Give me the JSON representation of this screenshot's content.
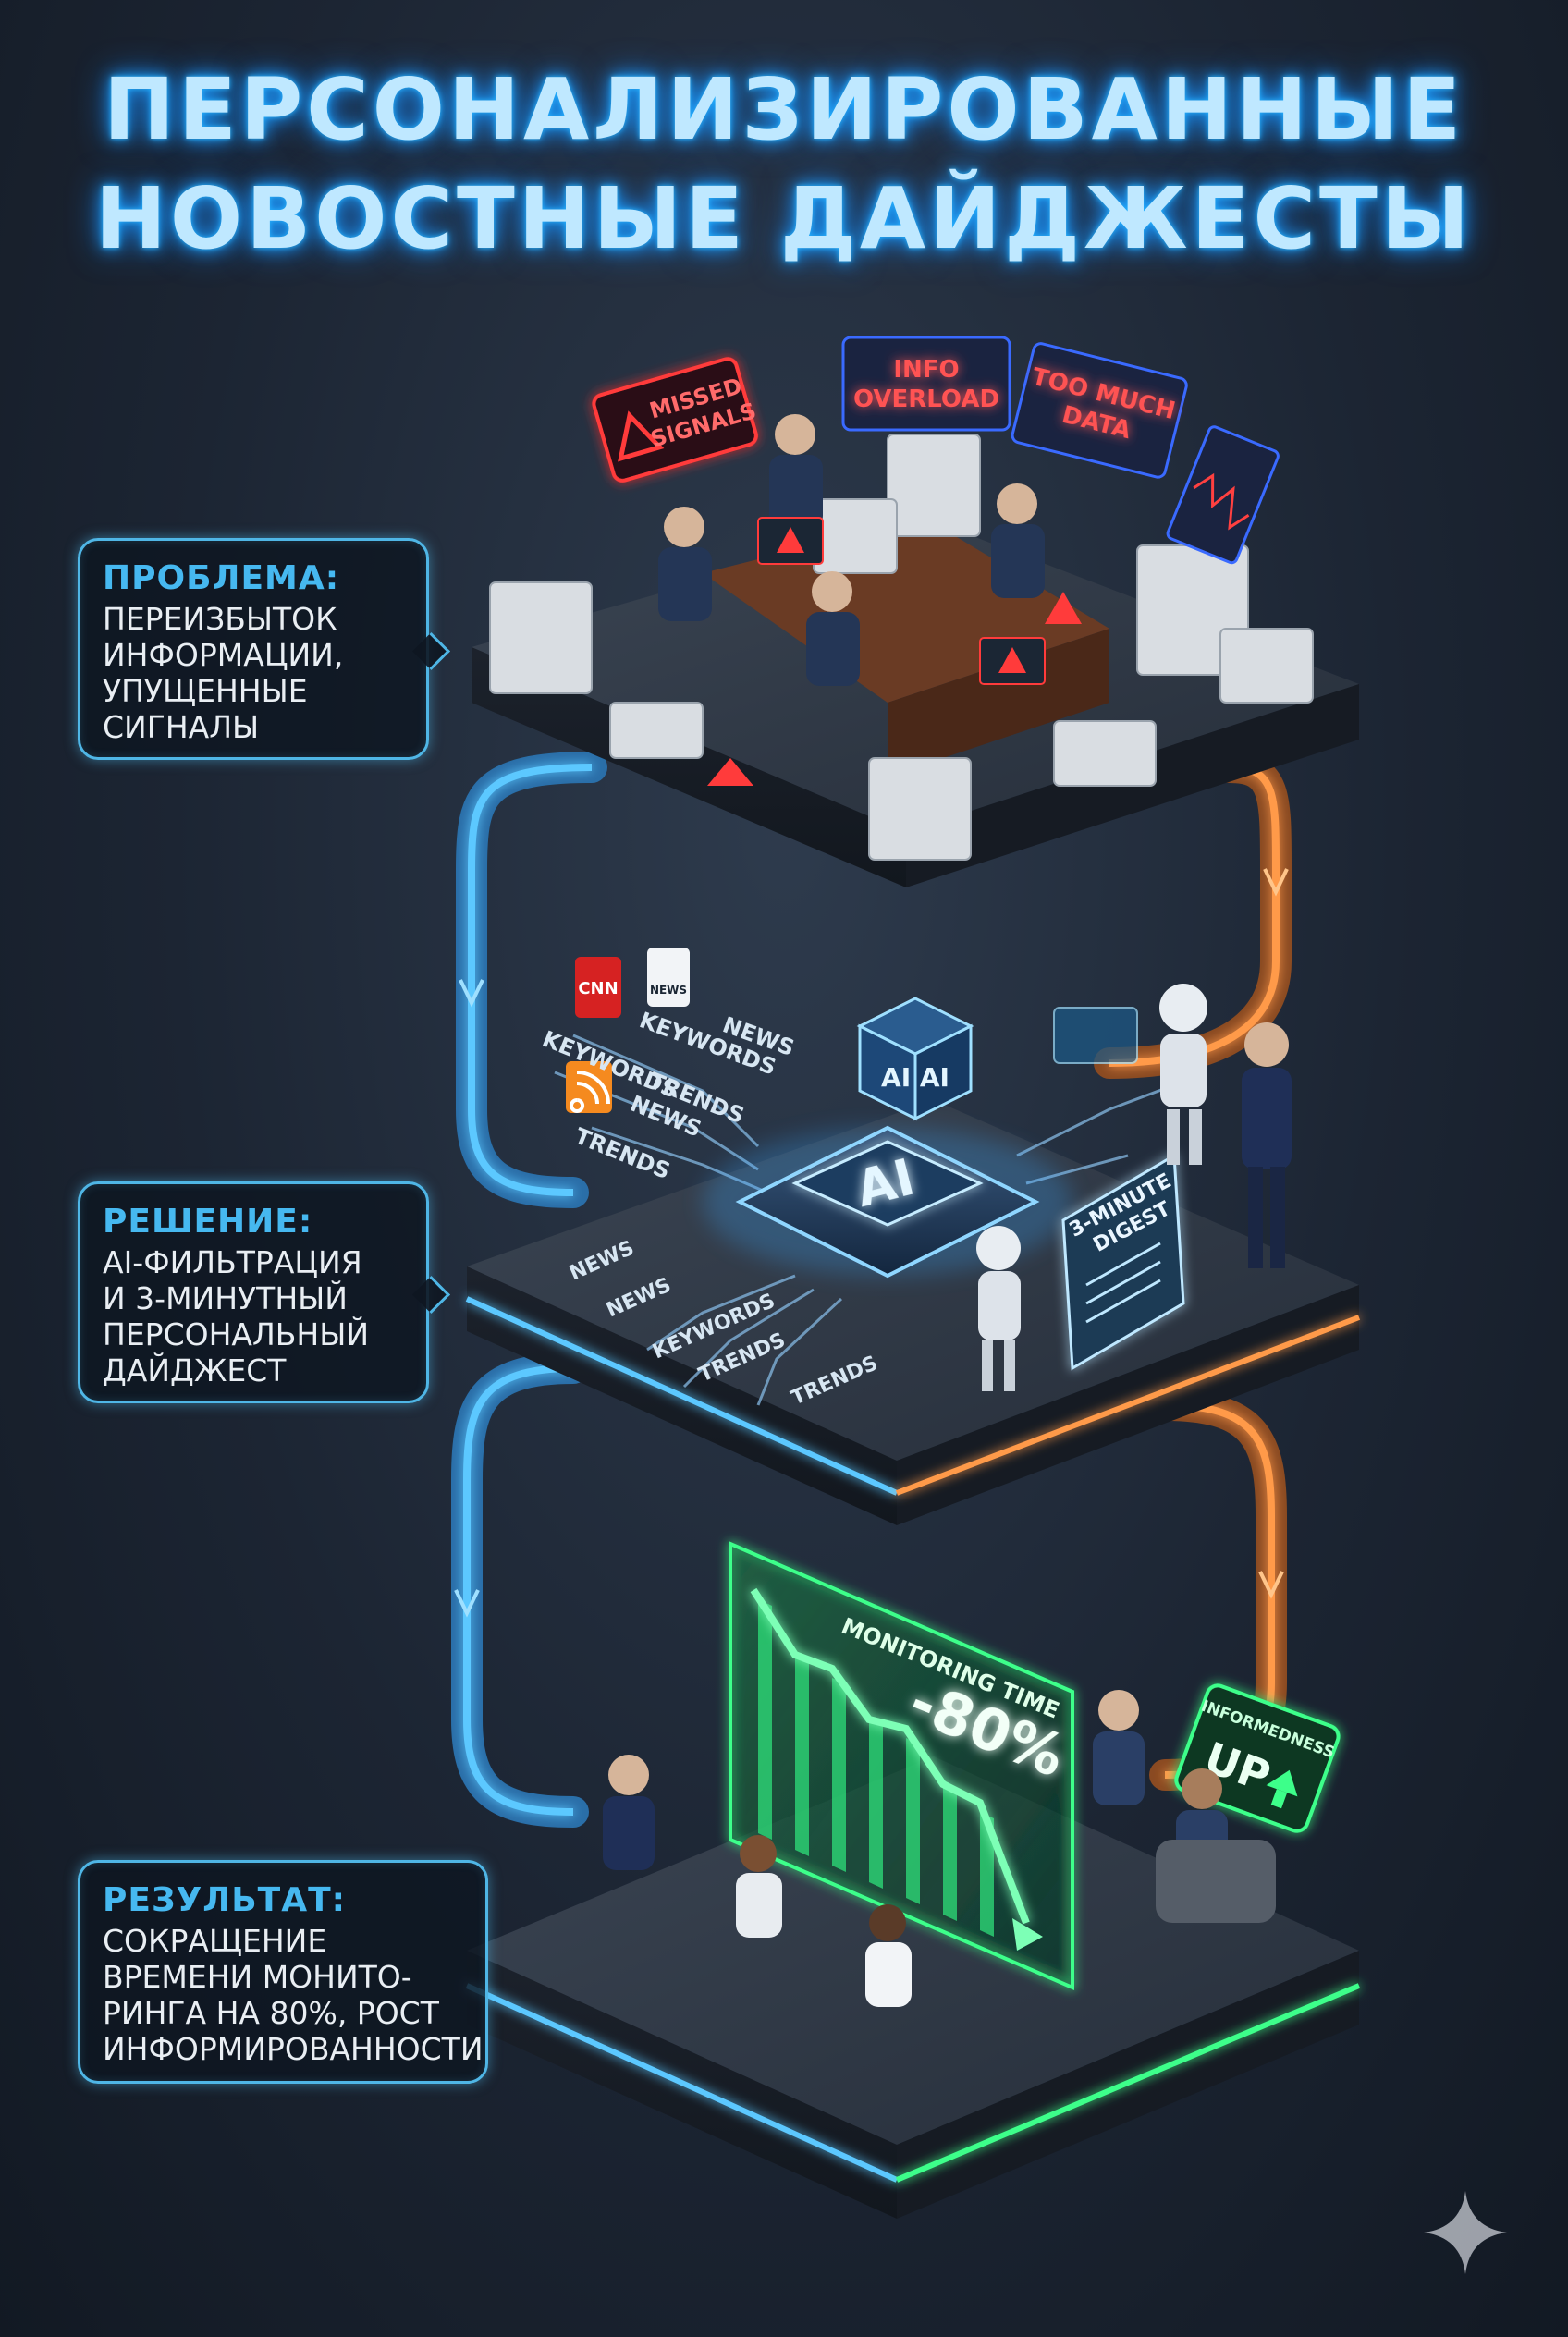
{
  "title": {
    "line1": "ПЕРСОНАЛИЗИРОВАННЫЕ",
    "line2": "НОВОСТНЫЕ ДАЙДЖЕСТЫ"
  },
  "callouts": {
    "problem": {
      "label": "ПРОБЛЕМА:",
      "text": "ПЕРЕИЗБЫТОК\nИНФОРМАЦИИ,\nУПУЩЕННЫЕ\nСИГНАЛЫ"
    },
    "solution": {
      "label": "РЕШЕНИЕ:",
      "text": "AI-ФИЛЬТРАЦИЯ\nИ 3-МИНУТНЫЙ\nПЕРСОНАЛЬНЫЙ\nДАЙДЖЕСТ"
    },
    "result": {
      "label": "РЕЗУЛЬТАТ:",
      "text": "СОКРАЩЕНИЕ\nВРЕМЕНИ МОНИТО-\nРИНГА НА 80%, РОСТ\nИНФОРМИРОВАННОСТИ"
    }
  },
  "problem_scene": {
    "signs": {
      "missed": "MISSED\nSIGNALS",
      "overload": "INFO\nOVERLOAD",
      "data": "TOO MUCH\nDATA"
    }
  },
  "solution_scene": {
    "chip_label": "AI",
    "cube_label": "AI AI",
    "digest_label": "3-MINUTE\nDIGEST",
    "sources": {
      "cnn": "CNN",
      "news_logo": "NEWS"
    },
    "stream_words": [
      "NEWS",
      "KEYWORDS",
      "KEYWORDS",
      "TRENDS",
      "NEWS",
      "TRENDS"
    ],
    "output_words": [
      "NEWS",
      "NEWS",
      "KEYWORDS",
      "TRENDS",
      "TRENDS"
    ]
  },
  "result_scene": {
    "chart_label": "MONITORING TIME",
    "chart_value": "-80%",
    "badge_label": "INFORMEDNESS",
    "badge_value": "UP"
  },
  "colors": {
    "accent_blue": "#46b8f0",
    "accent_orange": "#ff8a3d",
    "accent_green": "#3dff8a",
    "warning_red": "#ff3b3b"
  }
}
